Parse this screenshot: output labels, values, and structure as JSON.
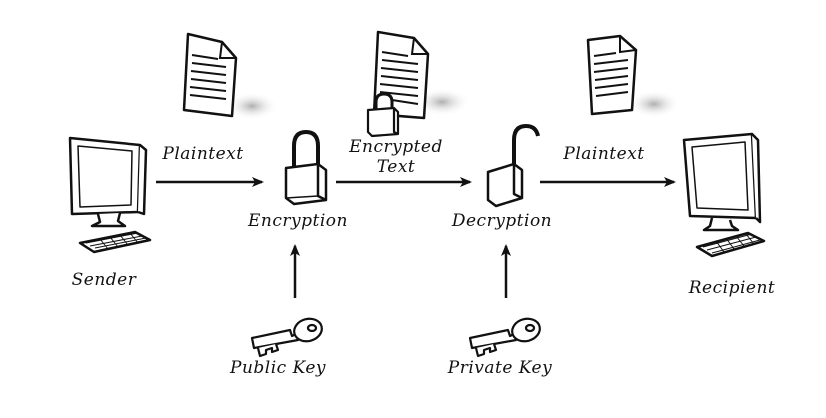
{
  "labels": {
    "plaintext_left": "Plaintext",
    "encrypted_line1": "Encrypted",
    "encrypted_line2": "Text",
    "plaintext_right": "Plaintext",
    "encryption": "Encryption",
    "decryption": "Decryption",
    "sender": "Sender",
    "recipient": "Recipient",
    "public_key": "Public Key",
    "private_key": "Private Key"
  },
  "colors": {
    "stroke": "#111111",
    "background": "#ffffff",
    "shadow": "#b8b8b8"
  },
  "icons": {
    "sender": "computer-icon",
    "recipient": "computer-icon",
    "documents": "document-icon",
    "locks": "padlock-icon",
    "keys": "key-icon"
  }
}
